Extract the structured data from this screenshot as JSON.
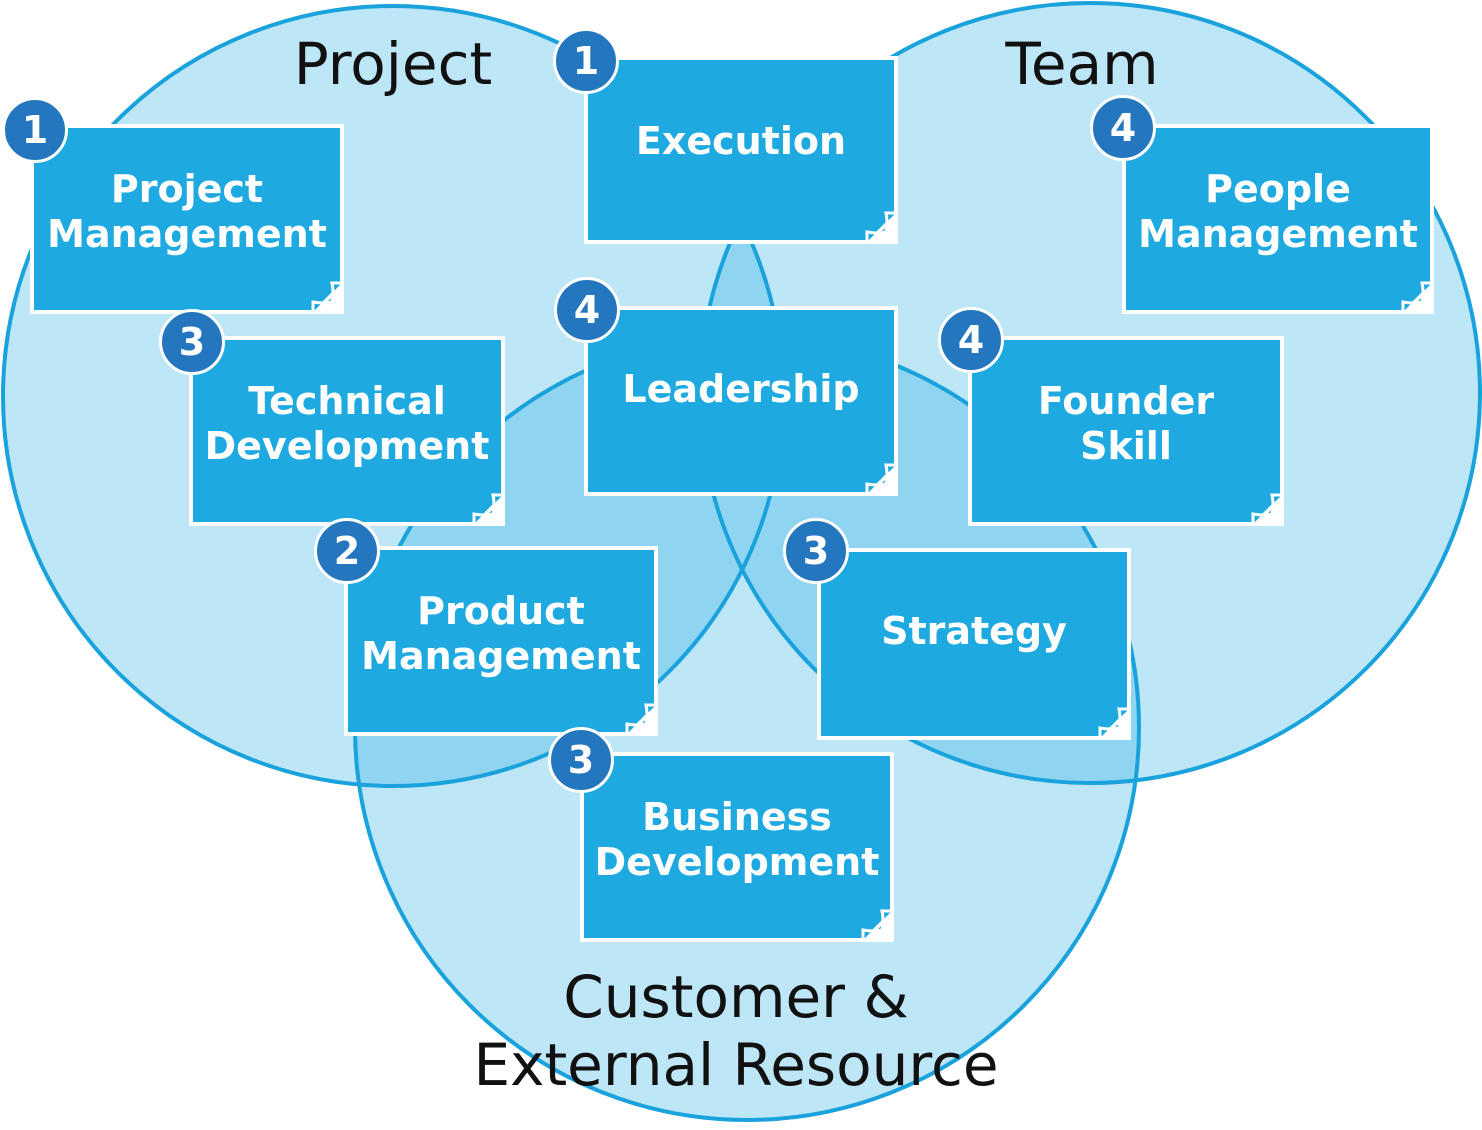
{
  "circles": {
    "project": {
      "label": "Project"
    },
    "team": {
      "label": "Team"
    },
    "customer": {
      "line1": "Customer &",
      "line2": "External Resource"
    }
  },
  "notes": {
    "execution": {
      "badge": "1",
      "line1": "Execution"
    },
    "project_management": {
      "badge": "1",
      "line1": "Project",
      "line2": "Management"
    },
    "people_management": {
      "badge": "4",
      "line1": "People",
      "line2": "Management"
    },
    "leadership": {
      "badge": "4",
      "line1": "Leadership"
    },
    "technical_development": {
      "badge": "3",
      "line1": "Technical",
      "line2": "Development"
    },
    "founder_skill": {
      "badge": "4",
      "line1": "Founder",
      "line2": "Skill"
    },
    "product_management": {
      "badge": "2",
      "line1": "Product",
      "line2": "Management"
    },
    "strategy": {
      "badge": "3",
      "line1": "Strategy"
    },
    "business_development": {
      "badge": "3",
      "line1": "Business",
      "line2": "Development"
    }
  },
  "colors": {
    "circle_fill": "#bde6f6",
    "overlap_fill": "#8fd4f1",
    "circle_stroke": "#1aa2dd",
    "note_fill": "#1ea9e0",
    "badge_fill": "#2477bf"
  }
}
